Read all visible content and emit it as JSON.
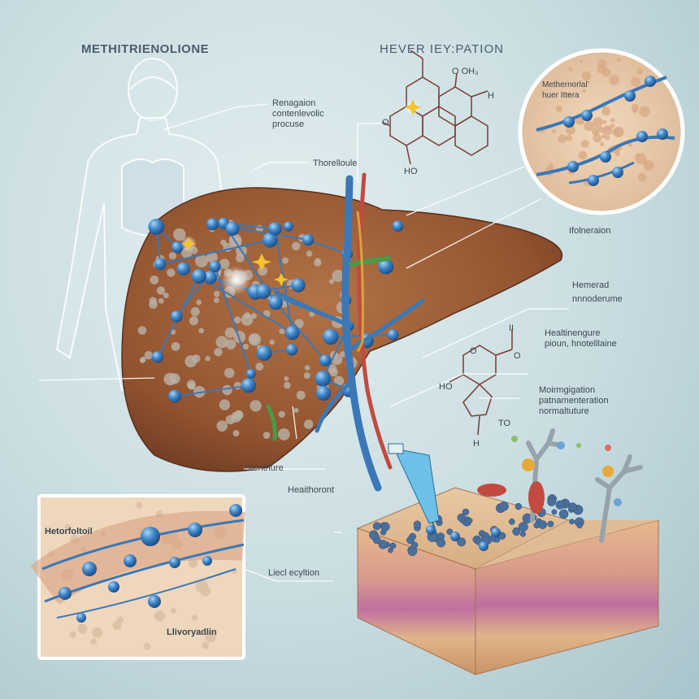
{
  "titles": {
    "main": "METHITRIENOLIONE",
    "secondary": "HEVER IEY:PATION"
  },
  "labels": {
    "process": "Renagaion\ncontenlevolic\nprocuse",
    "threshold": "Thorelloule",
    "molecule_oh3": "O OH₃",
    "molecule_h": "H",
    "molecule_o": "O",
    "molecule_ho": "HO",
    "circle_title": "Methernorlal’\nhuer Ittera",
    "circle_caption": "Ifolneraion",
    "hematopoid": "Hemerad\nnnnoderume",
    "healthigure": "Healtinengure\npioun, hnotelllaine",
    "metabolic": "Moirmgigation\npatnamenteration\nnormaltuture",
    "ring_o_left": "O",
    "ring_o_right": "O",
    "ring_ho": "HO",
    "ring_to": "TO",
    "ring_h": "H",
    "ring_ii": "II",
    "stenthure": "Stenthure",
    "healthoront": "Heaithoront",
    "liecl": "Liecl ecyltion",
    "inset_title": "Hetorfoltoil",
    "inset_caption": "Llivoryadlin"
  },
  "colors": {
    "liver": "#9a5a34",
    "molecule_blue": "#3f86c8",
    "vein_blue": "#3a78b8",
    "artery_red": "#c24a3e",
    "duct_green": "#4a9a4a",
    "tissue": "#e8c8a4",
    "background": "#c9dde1"
  },
  "icons": [
    "human-figure-icon",
    "liver-illustration",
    "molecule-structure-icon",
    "magnified-circle",
    "tissue-block",
    "syringe-icon",
    "inset-panel"
  ]
}
